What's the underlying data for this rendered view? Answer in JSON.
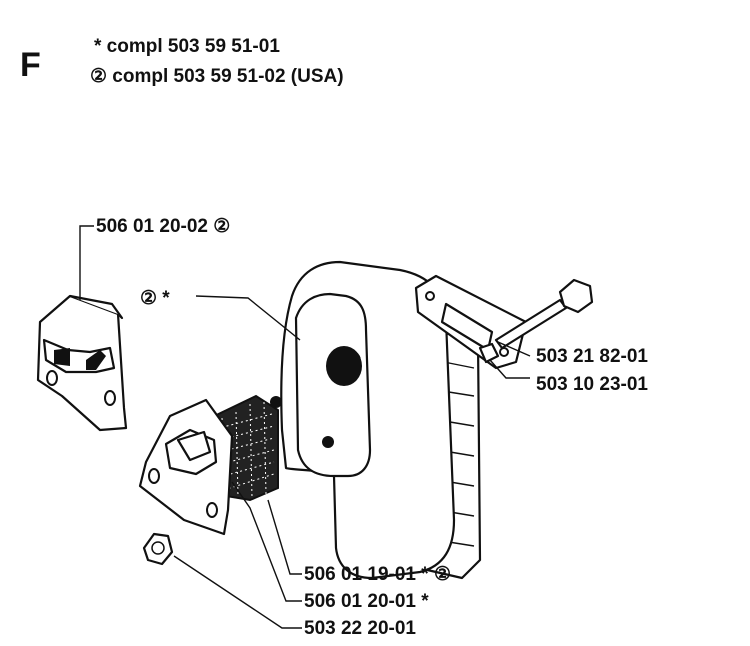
{
  "section_letter": "F",
  "header": {
    "line1": "* compl 503 59 51-01",
    "line2": "② compl 503 59 51-02 (USA)"
  },
  "callouts": {
    "cover": "506 01 20-02 ②",
    "marker": "② *",
    "gasket": "503 21 82-01",
    "bolt": "503 10 23-01",
    "screen": "506 01 19-01 * ②",
    "deflector": "506 01 20-01 *",
    "nut": "503 22 20-01"
  }
}
